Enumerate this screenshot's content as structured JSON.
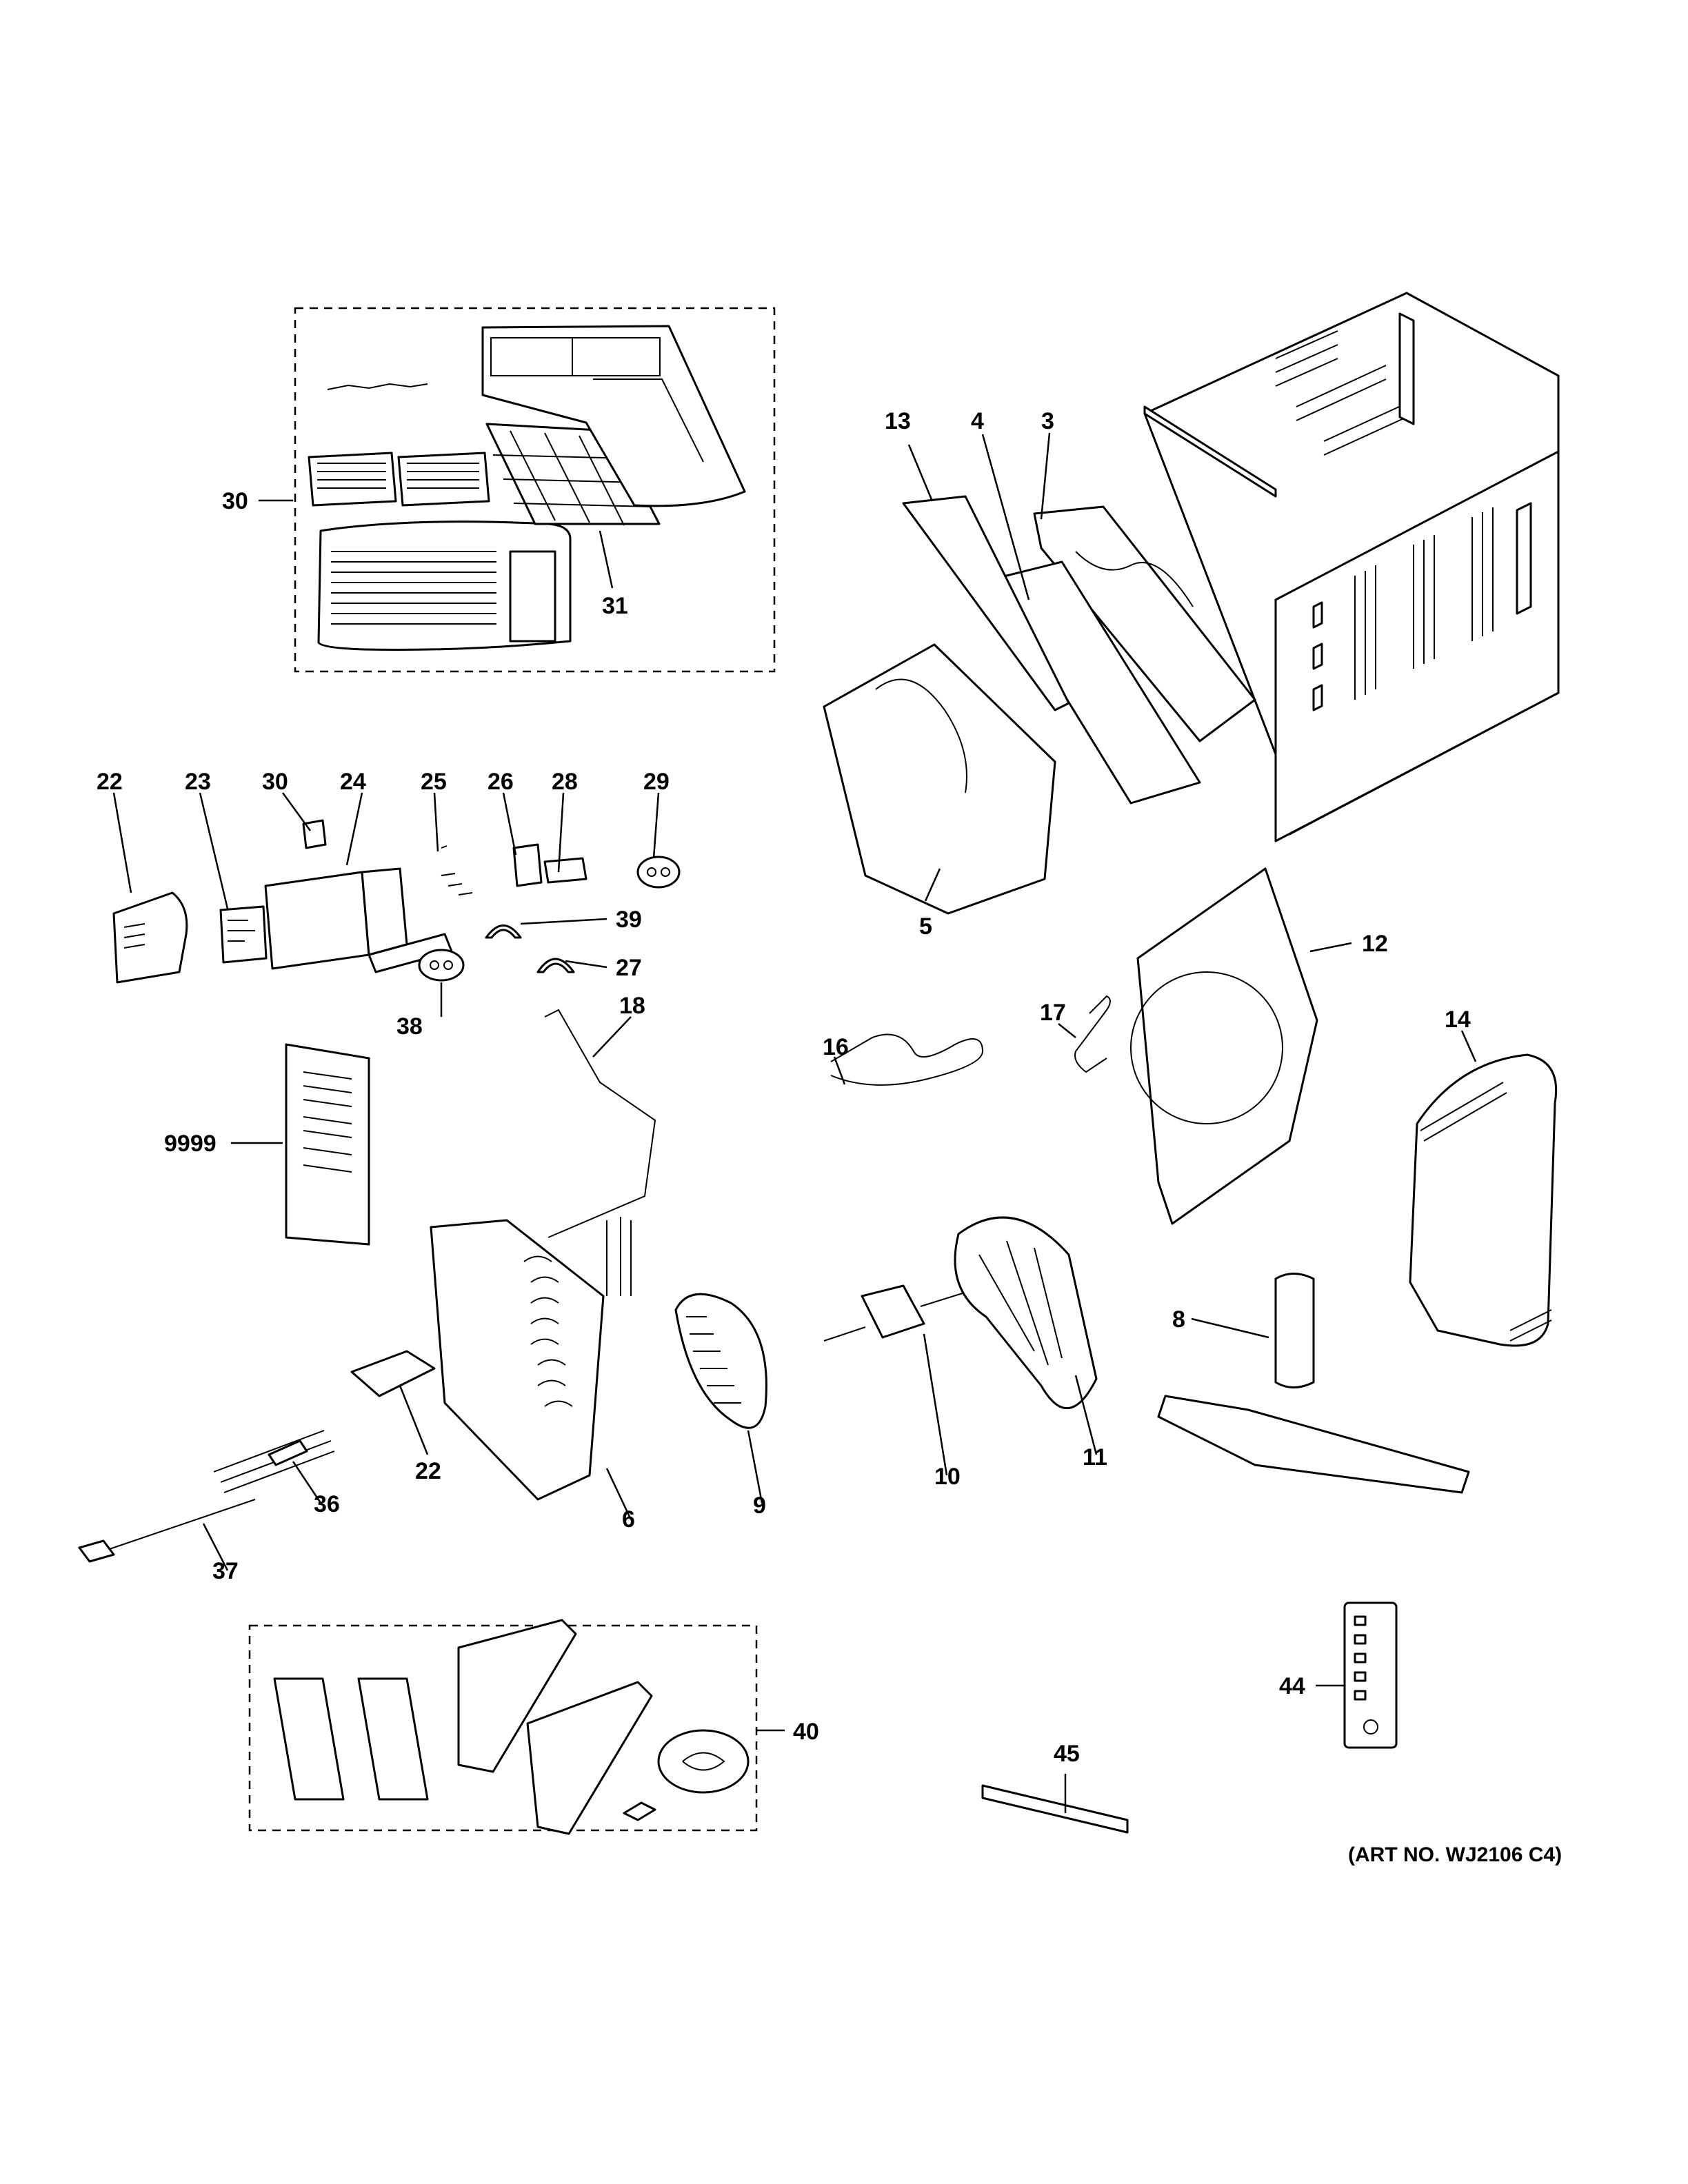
{
  "art_number": "(ART NO. WJ2106 C4)",
  "callouts": {
    "c30a": "30",
    "c31": "31",
    "c13": "13",
    "c4": "4",
    "c3": "3",
    "c5": "5",
    "c22a": "22",
    "c23": "23",
    "c30b": "30",
    "c24": "24",
    "c25": "25",
    "c26": "26",
    "c28": "28",
    "c29": "29",
    "c39": "39",
    "c27": "27",
    "c38": "38",
    "c18": "18",
    "c16": "16",
    "c17": "17",
    "c12": "12",
    "c14": "14",
    "c9999": "9999",
    "c8": "8",
    "c22b": "22",
    "c36": "36",
    "c37": "37",
    "c6": "6",
    "c9": "9",
    "c10": "10",
    "c11": "11",
    "c40": "40",
    "c44": "44",
    "c45": "45"
  }
}
